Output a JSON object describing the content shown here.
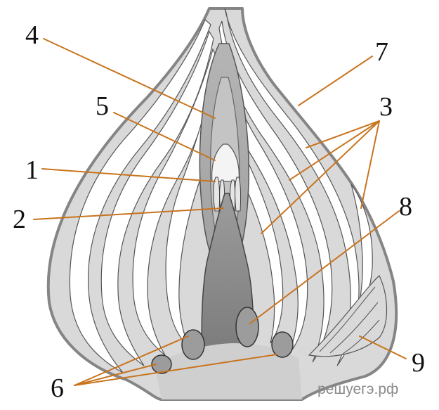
{
  "labels": {
    "l1": "1",
    "l2": "2",
    "l3": "3",
    "l4": "4",
    "l5": "5",
    "l6": "6",
    "l7": "7",
    "l8": "8",
    "l9": "9"
  },
  "watermark": "решуегэ.рф",
  "colors": {
    "leader": "#c8741e",
    "outline": "#858585",
    "scale_fill": "#dcdcdc",
    "gap_fill": "#ffffff",
    "bud_fill": "#a8a8a8",
    "stem_fill": "#8f8f8f",
    "base_fill": "#cfcfcf"
  }
}
